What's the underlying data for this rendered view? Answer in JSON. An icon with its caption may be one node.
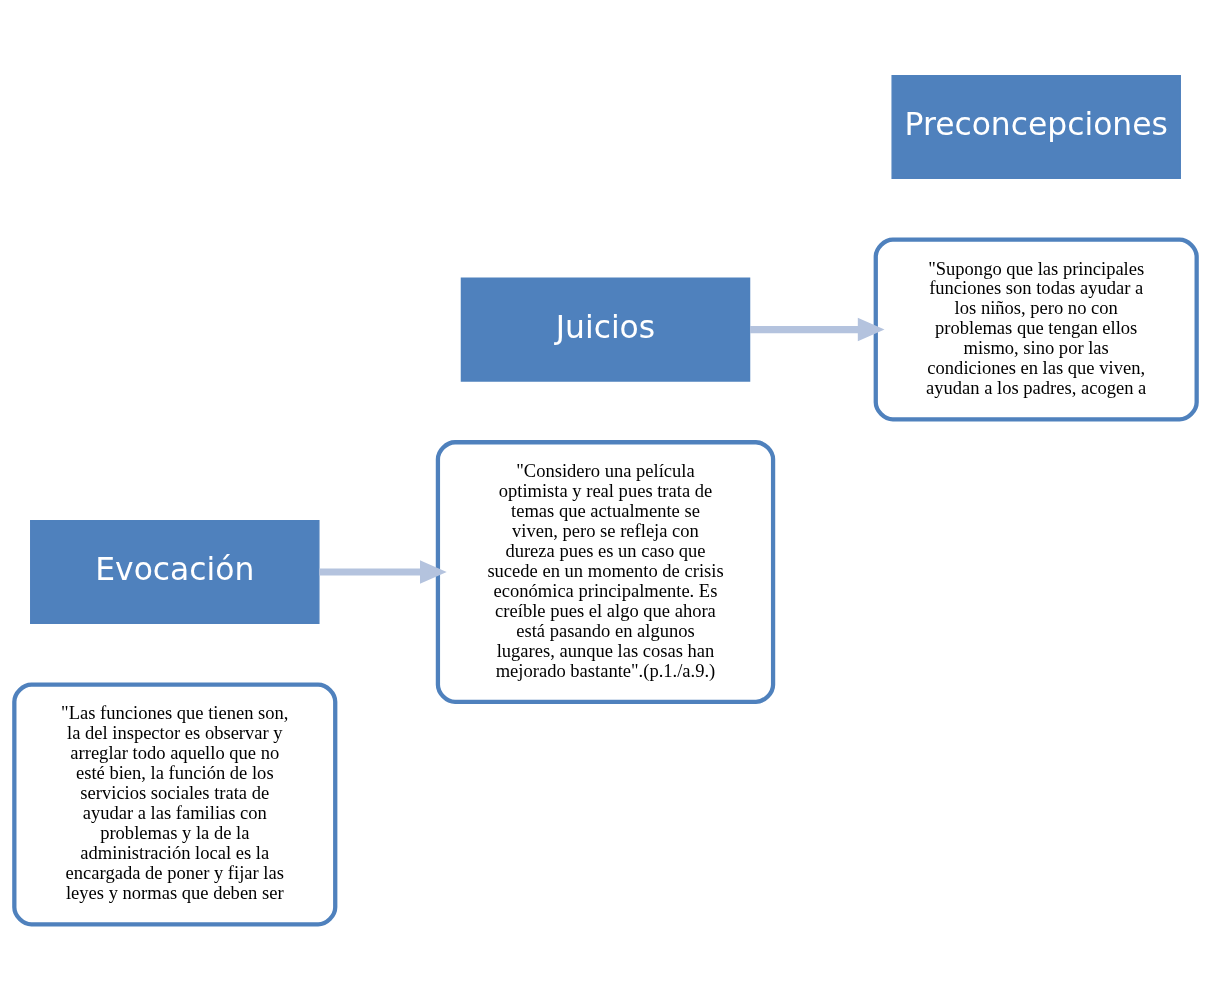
{
  "diagram": {
    "nodes": [
      {
        "text": [
          "\"Las funciones que tienen son, la del inspector es observar y arreglar todo aquello que no esté bien, la función de los servicios sociales trata de ayudar a las familias con problemas y la de la administración local es la encargada de poner y fijar las leyes y normas que deben ser"
        ]
      },
      {
        "text": [
          "Evocación"
        ]
      },
      {
        "text": [
          "Juicios"
        ]
      },
      {
        "text": [
          "\"Considero una película optimista y real pues trata de temas que actualmente se viven, pero se refleja con dureza pues es un caso que sucede en un momento de crisis económica principalmente. Es creíble pues el algo que ahora está pasando en algunos lugares, aunque las cosas han mejorado bastante\".(p.1./a.9.)"
        ]
      },
      {
        "text": [
          "\"Supongo que las principales funciones son todas ayudar a los niños, pero no con problemas que tengan ellos mismo, sino por las condiciones en las que viven, ayudan a los padres, acogen a"
        ]
      },
      {
        "text": [
          "Preconcepciones"
        ]
      }
    ],
    "edges": [
      {
        "from": 1,
        "to": 3,
        "arrow": "to"
      },
      {
        "from": 2,
        "to": 4,
        "arrow": "to"
      }
    ]
  }
}
